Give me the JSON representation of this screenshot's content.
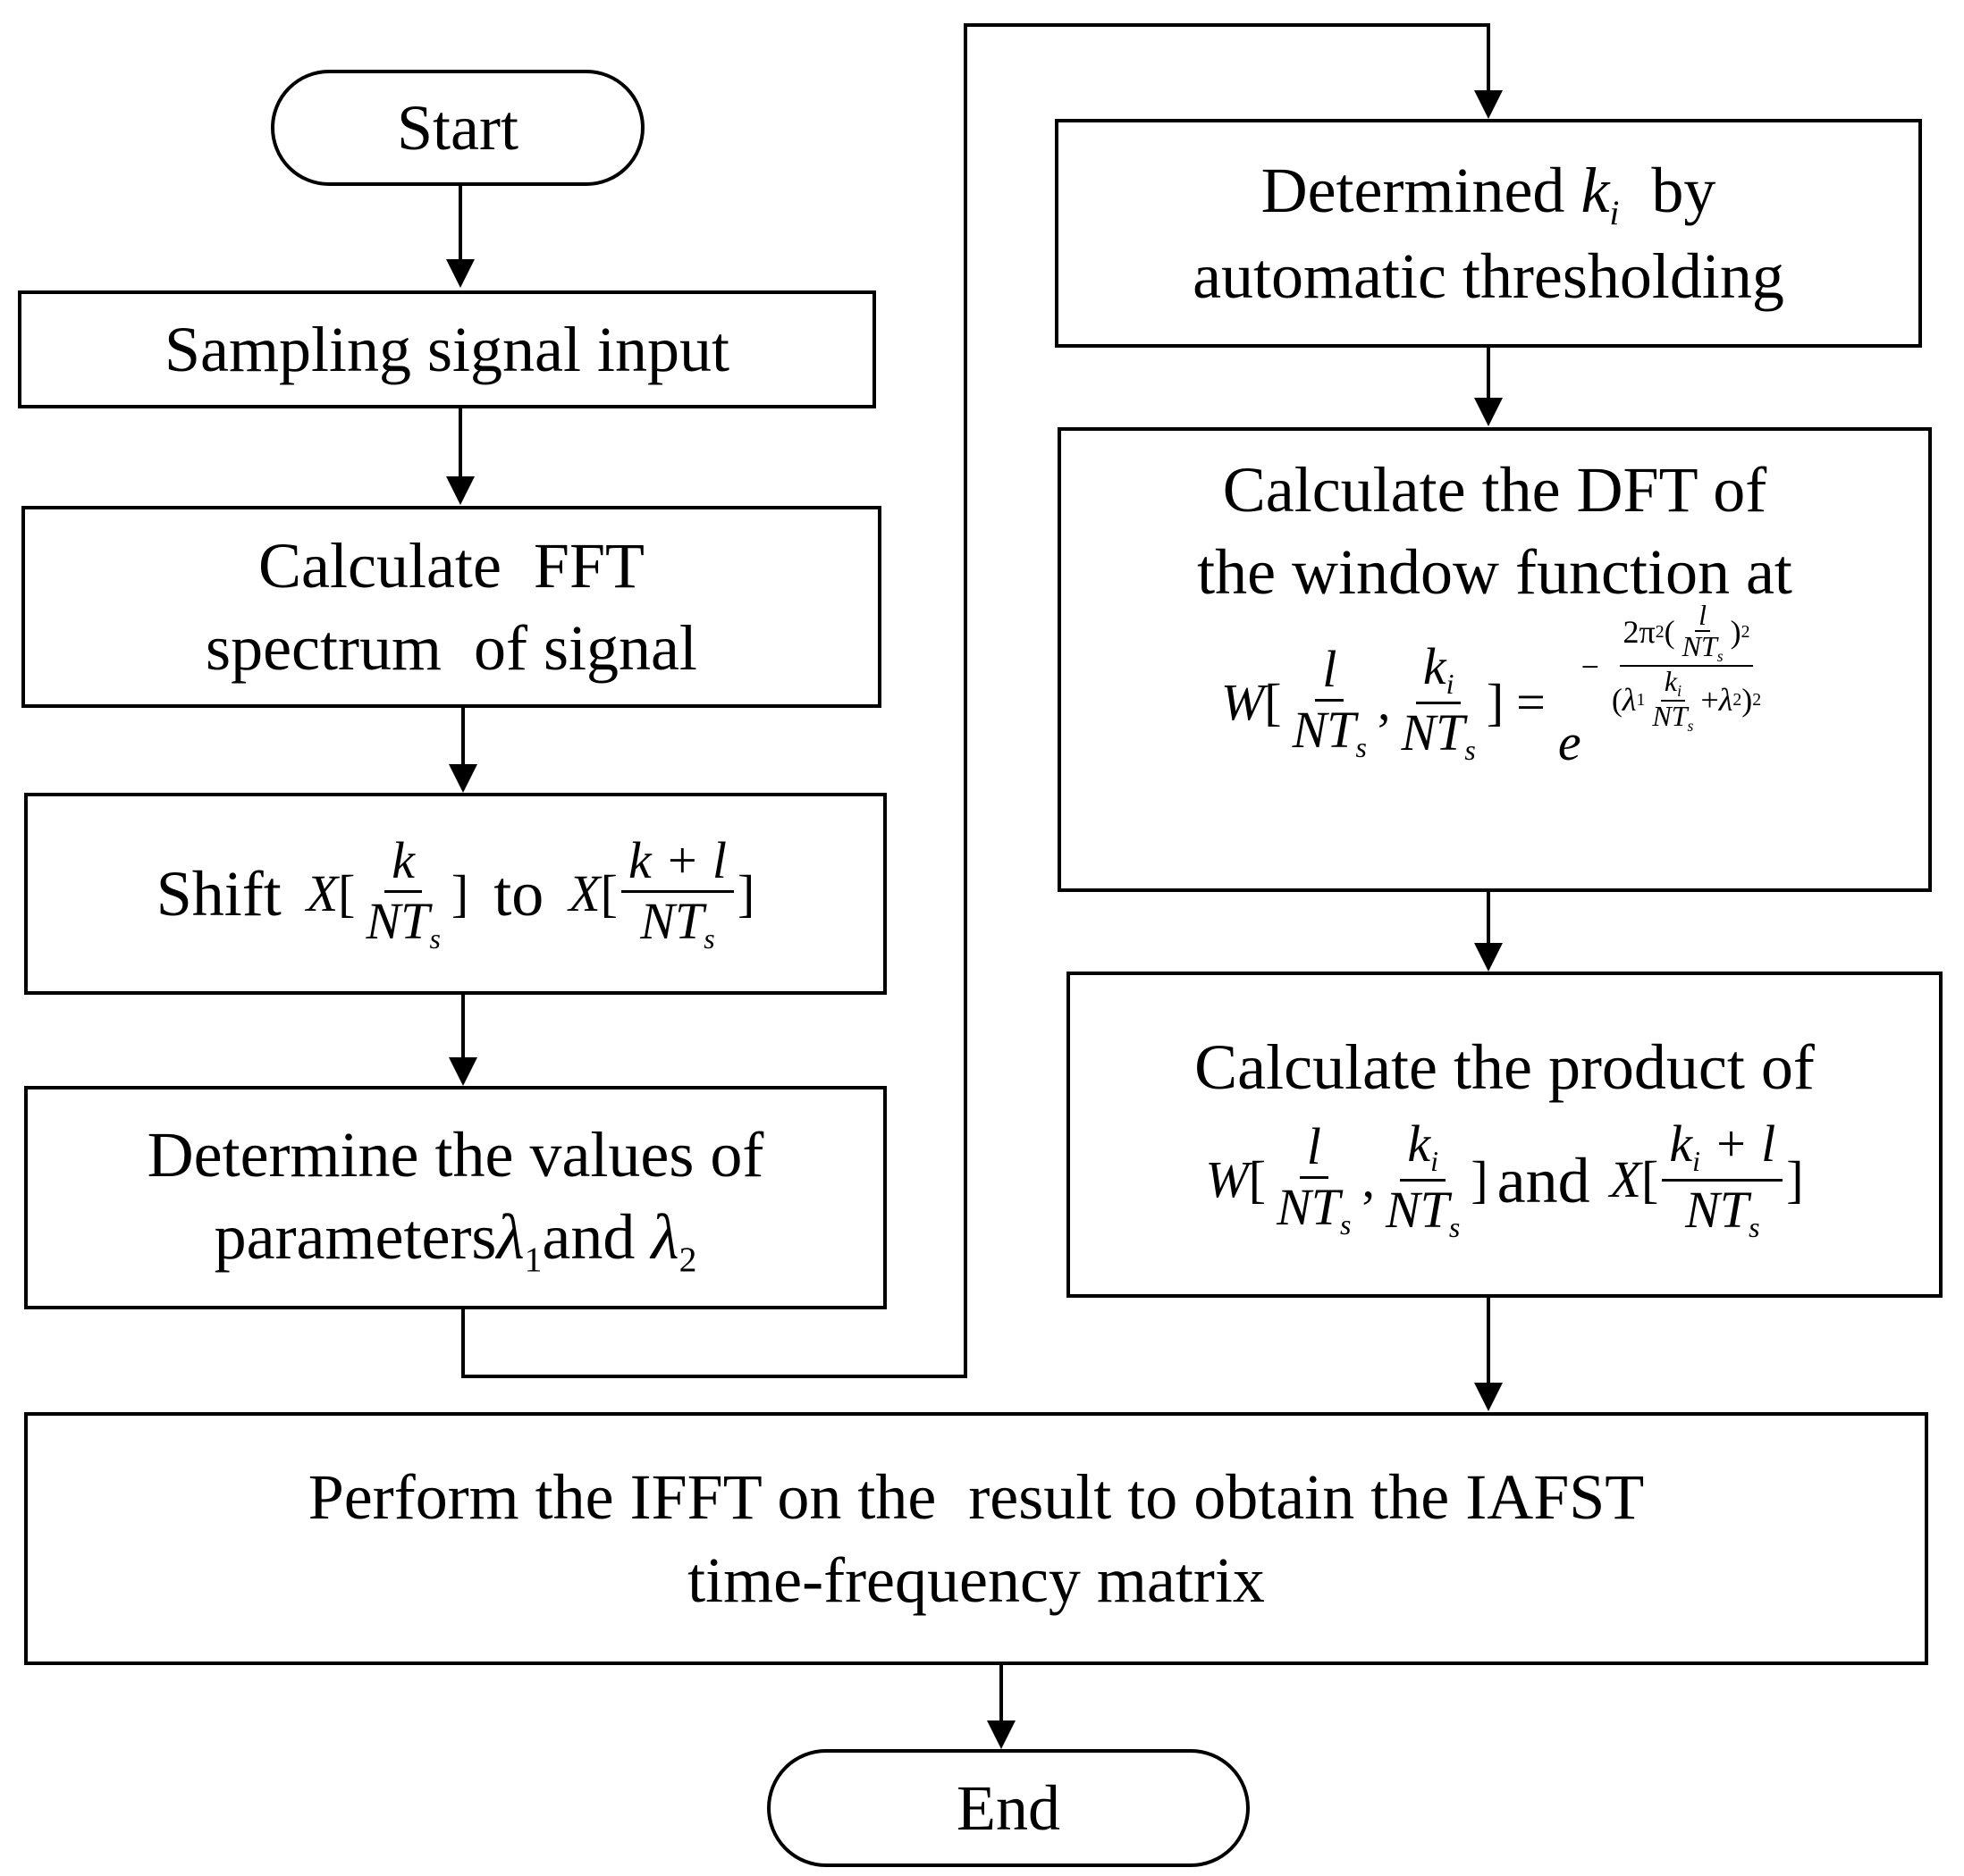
{
  "nodes": {
    "start": {
      "label": "Start"
    },
    "sampling": {
      "label": "Sampling signal input"
    },
    "fft": {
      "line1": "Calculate  FFT",
      "line2": "spectrum  of signal"
    },
    "shift": {
      "word1": "Shift",
      "X": "X",
      "num1": "k",
      "den_N": "NT",
      "den_s": "s",
      "word2": "to",
      "num2": "k + l"
    },
    "params": {
      "line1": "Determine the values of",
      "line2_text": "parameters",
      "lambda": "λ",
      "sub1": "1",
      "and": "and",
      "sub2": "2"
    },
    "determine_k": {
      "line1_text": "Determined",
      "k": "k",
      "i": "i",
      "by": "by",
      "line2": "automatic thresholding"
    },
    "dft": {
      "line1": "Calculate the DFT of",
      "line2": "the window function at",
      "W": "W",
      "l": "l",
      "ki": "k",
      "i": "i",
      "NT": "NT",
      "s": "s",
      "equals": "=",
      "e": "e",
      "exp_num": "2π",
      "exp_sq": "2",
      "lambda": "λ",
      "one": "1",
      "two": "2",
      "plus": "+"
    },
    "product": {
      "line1": "Calculate the product of",
      "W": "W",
      "l": "l",
      "k": "k",
      "i": "i",
      "NT": "NT",
      "s": "s",
      "and": "and",
      "X": "X",
      "plus_l": "+ l"
    },
    "ifft": {
      "line1": "Perform the IFFT on the  result to obtain the IAFST",
      "line2": "time-frequency matrix"
    },
    "end": {
      "label": "End"
    }
  },
  "colors": {
    "stroke": "#000000",
    "background": "#ffffff"
  }
}
